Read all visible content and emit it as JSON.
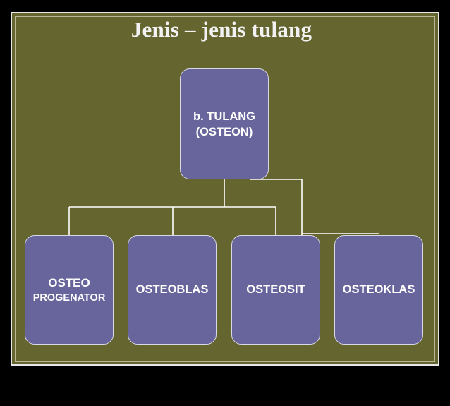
{
  "slide": {
    "title": "Jenis – jenis tulang"
  },
  "diagram": {
    "root": {
      "line1": "b. TULANG",
      "line2": "(OSTEON)"
    },
    "children": [
      {
        "line1": "OSTEO",
        "line2": "PROGENATOR"
      },
      {
        "label": "OSTEOBLAS"
      },
      {
        "label": "OSTEOSIT"
      },
      {
        "label": "OSTEOKLAS"
      }
    ]
  },
  "colors": {
    "panel_background": "#656530",
    "node_fill": "#67659b",
    "connector": "#ffffff",
    "divider": "#8a1f1f",
    "title_text": "#f2f2f2"
  }
}
